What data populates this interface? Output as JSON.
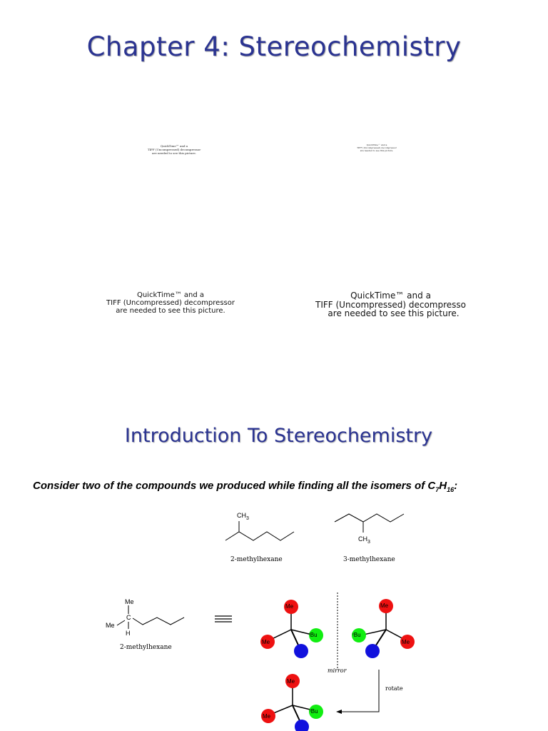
{
  "chapter_title": "Chapter 4: Stereochemistry",
  "placeholders": [
    {
      "line1": "QuickTime™ and a",
      "line2": "TIFF (Uncompressed) decompressor",
      "line3": "are needed to see this picture."
    },
    {
      "line1": "QuickTime™ and a",
      "line2": "TIFF (Uncompressed) decompressor",
      "line3": "are needed to see this picture."
    },
    {
      "line1": "QuickTime™ and a",
      "line2": "TIFF (Uncompressed) decompressor",
      "line3": "are needed to see this picture."
    },
    {
      "line1": "QuickTime™ and a",
      "line2": "TIFF (Uncompressed) decompresso",
      "line3": "are needed to see this picture."
    }
  ],
  "section_title": "Introduction To Stereochemistry",
  "intro": {
    "text": "Consider two of the compounds we produced while finding all the isomers of C",
    "sub1": "7",
    "mid": "H",
    "sub2": "16",
    "end": ":"
  },
  "structures": {
    "compound1_name": "2-methylhexane",
    "compound2_name": "3-methylhexane",
    "methyl_label": "CH",
    "methyl_sub": "3",
    "left_name": "2-methylhexane",
    "me": "Me",
    "c": "C",
    "h": "H",
    "tbu": "ᵗBu",
    "mirror": "mirror",
    "rotate": "rotate"
  },
  "colors": {
    "title": "#2a3391",
    "me_atom": "#ee1111",
    "bu_atom": "#11ee11",
    "h_atom": "#1111dd"
  }
}
